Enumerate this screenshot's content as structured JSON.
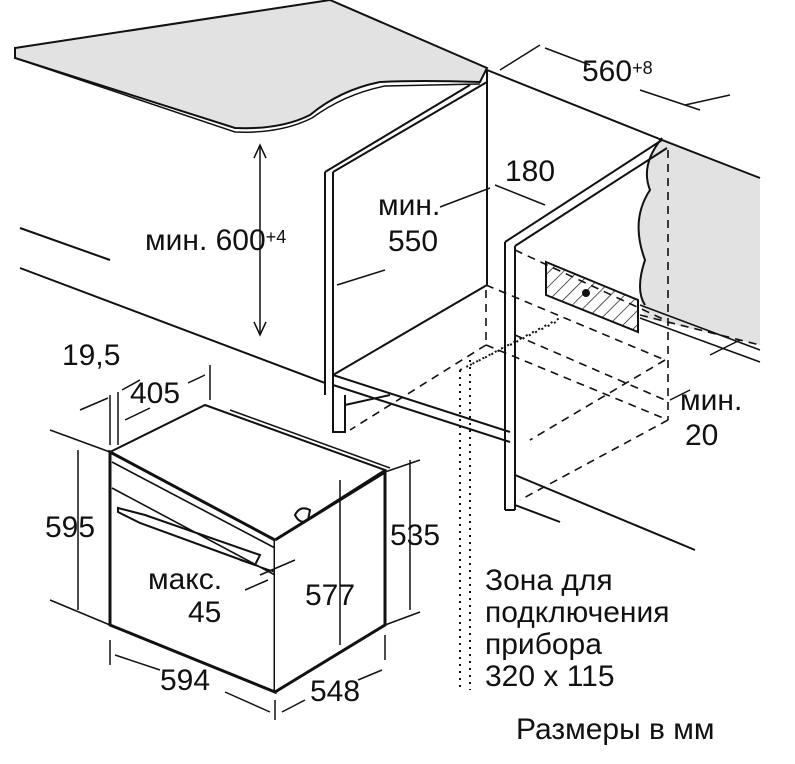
{
  "labels": {
    "height_min": "мин. 600",
    "height_tol": "+4",
    "depth_min_word": "мин.",
    "depth_min_value": "550",
    "gap_180": "180",
    "width_value": "560",
    "width_tol": "+8",
    "min20_word": "мин.",
    "min20_value": "20",
    "front_offset": "19,5",
    "top_depth": "405",
    "height_595": "595",
    "height_535": "535",
    "max_word": "макс.",
    "max_value": "45",
    "height_577": "577",
    "width_594": "594",
    "depth_548": "548",
    "zone_lines": [
      "Зона для",
      "подключения",
      "прибора",
      "320 x 115"
    ],
    "units_note": "Размеры в мм"
  },
  "colors": {
    "line": "#111111",
    "countertop": "#e2e2e2"
  }
}
